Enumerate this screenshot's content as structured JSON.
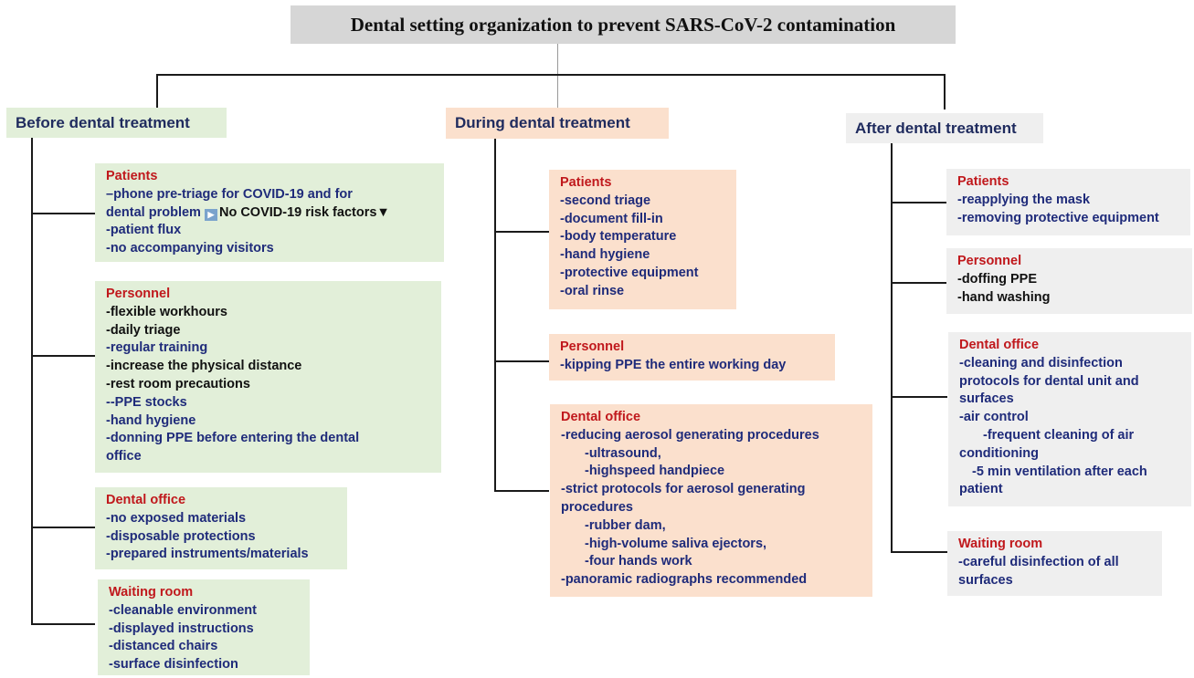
{
  "title": "Dental setting organization to prevent SARS-CoV-2 contamination",
  "colors": {
    "before": "#e2efd9",
    "during": "#fbe0cd",
    "after": "#efefef",
    "section_title": "#c0181c",
    "item_text": "#1f2b7a",
    "title_bg": "#d6d6d6"
  },
  "before": {
    "header": "Before dental treatment",
    "patients": {
      "title": "Patients",
      "l1": "–phone pre-triage for COVID-19 and for",
      "l2_a": "dental problem",
      "l2_icon": "play-arrow-icon",
      "l2_b": "No COVID-19 risk factors",
      "l2_arrow": "▼",
      "l3": "-patient flux",
      "l4": "-no accompanying visitors"
    },
    "personnel": {
      "title": "Personnel",
      "items": [
        "-flexible workhours",
        "-daily triage",
        "-regular training",
        "-increase the physical distance",
        "-rest room precautions",
        "--PPE stocks",
        "-hand hygiene",
        "-donning PPE before entering the dental",
        "office"
      ]
    },
    "office": {
      "title": "Dental office",
      "items": [
        "-no exposed materials",
        "-disposable protections",
        "-prepared instruments/materials"
      ]
    },
    "waiting": {
      "title": "Waiting room",
      "items": [
        "-cleanable environment",
        "-displayed instructions",
        "-distanced chairs",
        "-surface disinfection"
      ]
    }
  },
  "during": {
    "header": "During dental treatment",
    "patients": {
      "title": "Patients",
      "items": [
        "-second triage",
        "-document fill-in",
        "-body temperature",
        "-hand hygiene",
        "-protective equipment",
        "-oral rinse"
      ]
    },
    "personnel": {
      "title": "Personnel",
      "items": [
        "-kipping PPE the entire working day"
      ]
    },
    "office": {
      "title": "Dental office",
      "items": [
        "-reducing aerosol generating procedures",
        "-ultrasound,",
        "-highspeed handpiece",
        "-strict protocols for aerosol generating",
        "procedures",
        "-rubber dam,",
        "-high-volume saliva ejectors,",
        "-four hands work",
        "-panoramic radiographs recommended"
      ]
    }
  },
  "after": {
    "header": "After dental treatment",
    "patients": {
      "title": "Patients",
      "items": [
        "-reapplying the mask",
        "-removing protective equipment"
      ]
    },
    "personnel": {
      "title": "Personnel",
      "items": [
        "-doffing PPE",
        "-hand washing"
      ]
    },
    "office": {
      "title": "Dental office",
      "items": [
        "-cleaning and disinfection",
        "protocols for dental unit and",
        "surfaces",
        "-air control",
        "-frequent cleaning of air",
        "conditioning",
        "-5 min ventilation after each",
        "patient"
      ]
    },
    "waiting": {
      "title": "Waiting room",
      "items": [
        "-careful disinfection of all",
        "surfaces"
      ]
    }
  }
}
